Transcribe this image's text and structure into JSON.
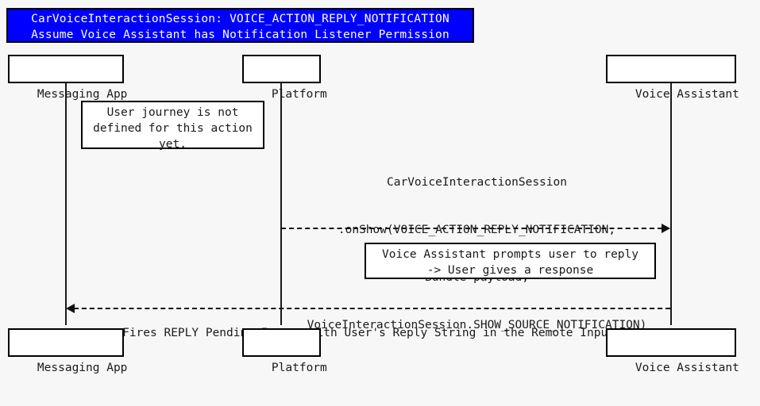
{
  "diagram": {
    "kind": "uml-sequence-diagram",
    "background_color": "#f7f7f7",
    "line_color": "#111111",
    "title": {
      "background_color": "#0000ff",
      "text_color": "#ffffff",
      "lines": [
        "CarVoiceInteractionSession: VOICE_ACTION_REPLY_NOTIFICATION",
        "Assume Voice Assistant has Notification Listener Permission"
      ]
    },
    "participants": [
      {
        "id": "messaging-app",
        "label": "Messaging App"
      },
      {
        "id": "platform",
        "label": "Platform"
      },
      {
        "id": "voice-assistant",
        "label": "Voice Assistant"
      }
    ],
    "notes": [
      {
        "id": "note-user-journey",
        "attached_to": "messaging-app",
        "lines": [
          "User journey is not",
          "defined for this action",
          "yet."
        ]
      },
      {
        "id": "note-voice-prompt",
        "attached_to": "voice-assistant",
        "lines": [
          "Voice Assistant prompts user to reply",
          "-> User gives a response"
        ]
      }
    ],
    "messages": [
      {
        "id": "msg-onshow",
        "from": "platform",
        "to": "voice-assistant",
        "direction": "right",
        "style": "dashed",
        "arrowhead": "solid-filled",
        "lines": [
          "CarVoiceInteractionSession",
          ".onShow(VOICE_ACTION_REPLY_NOTIFICATION,",
          "Bundle payload,",
          "VoiceInteractionSession.SHOW_SOURCE_NOTIFICATION)"
        ]
      },
      {
        "id": "msg-reply-pending-intent",
        "from": "voice-assistant",
        "to": "messaging-app",
        "direction": "left",
        "style": "dashed",
        "arrowhead": "solid-filled",
        "lines": [
          "Fires REPLY Pending Intent with User's Reply String in the Remote Input"
        ]
      }
    ]
  }
}
